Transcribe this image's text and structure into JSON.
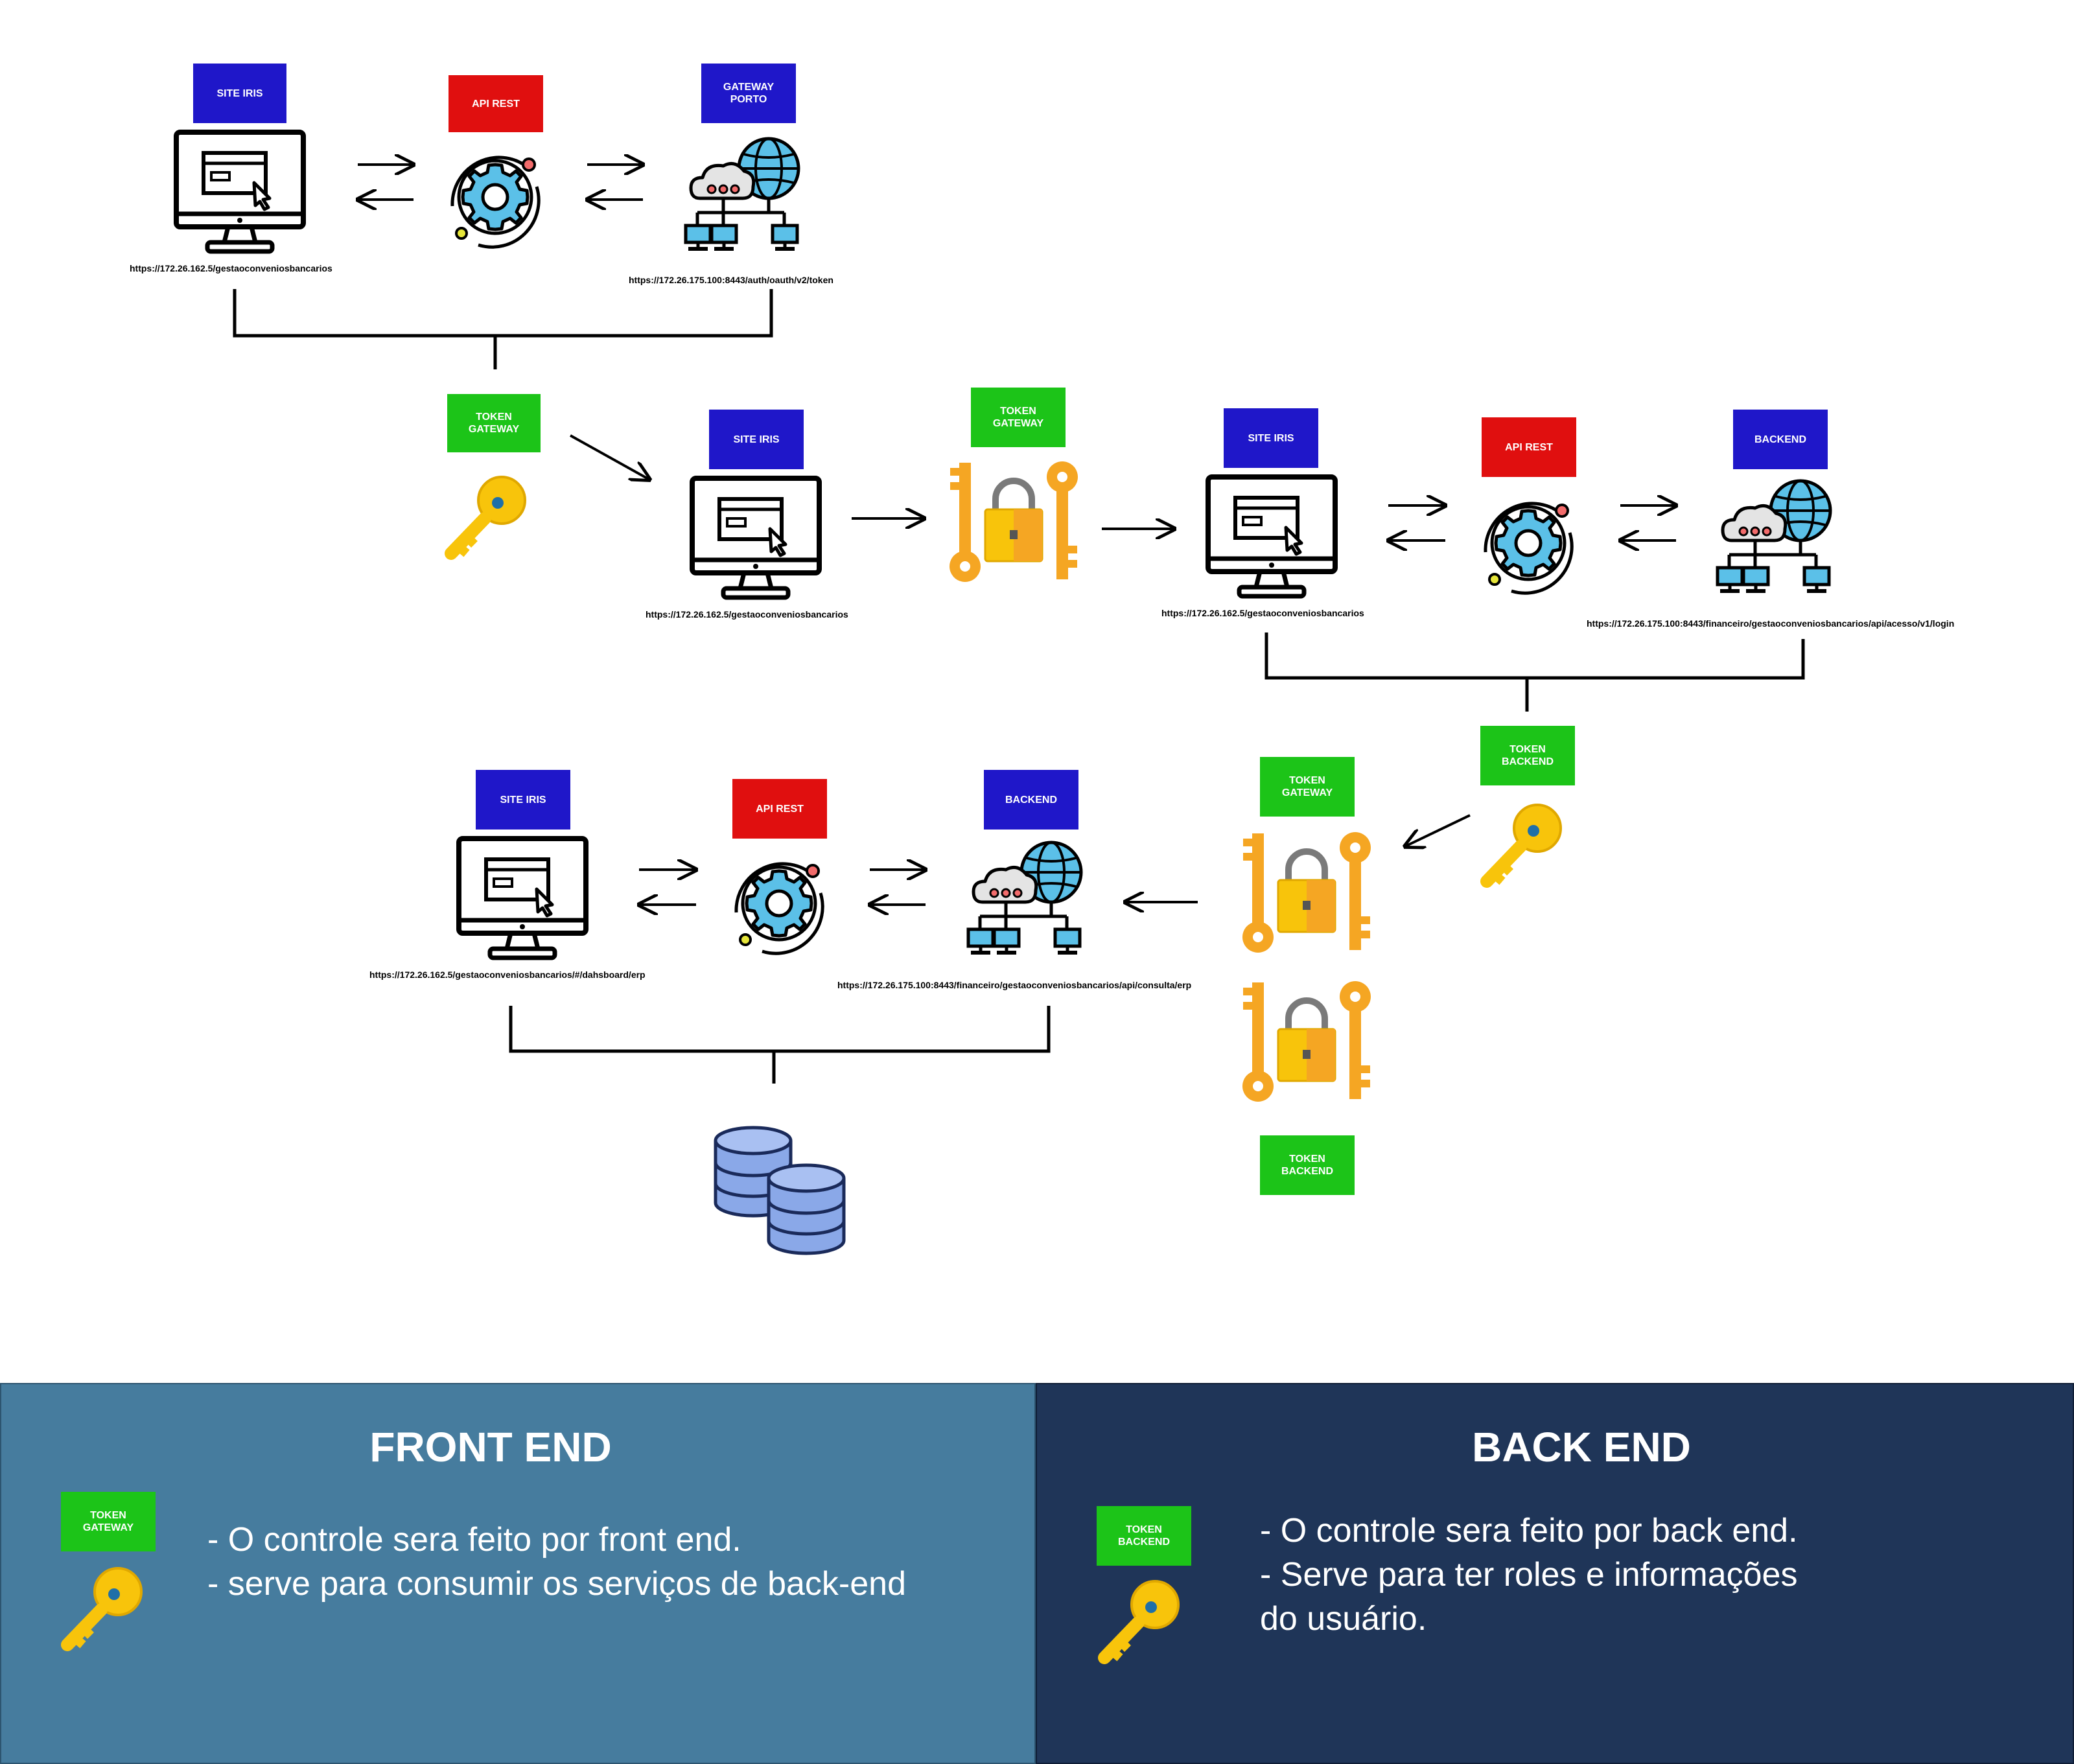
{
  "labels": {
    "site_iris": "SITE IRIS",
    "api_rest": "API REST",
    "gateway_porto": "GATEWAY\nPORTO",
    "token_gateway": "TOKEN\nGATEWAY",
    "token_backend": "TOKEN\nBACKEND",
    "backend": "BACKEND"
  },
  "urls": {
    "site_iris_main": "https://172.26.162.5/gestaoconveniosbancarios",
    "gateway_token": "https://172.26.175.100:8443/auth/oauth/v2/token",
    "backend_login": "https://172.26.175.100:8443/financeiro/gestaoconveniosbancarios/api/acesso/v1/login",
    "site_iris_dashboard": "https://172.26.162.5/gestaoconveniosbancarios/#/dahsboard/erp",
    "backend_consulta": "https://172.26.175.100:8443/financeiro/gestaoconveniosbancarios/api/consulta/erp"
  },
  "legend": {
    "front": {
      "title": "FRONT END",
      "badge": "TOKEN\nGATEWAY",
      "text": "- O controle sera feito por front end.\n- serve para consumir os serviços de back-end"
    },
    "back": {
      "title": "BACK END",
      "badge": "TOKEN\nBACKEND",
      "text": "- O controle sera feito por back end.\n- Serve para ter roles e informações\ndo usuário."
    }
  },
  "colors": {
    "site_iris": "#1f17c9",
    "api_rest": "#e00f0f",
    "token": "#1cc418",
    "front_panel": "#467c9e",
    "back_panel": "#1f3558"
  }
}
